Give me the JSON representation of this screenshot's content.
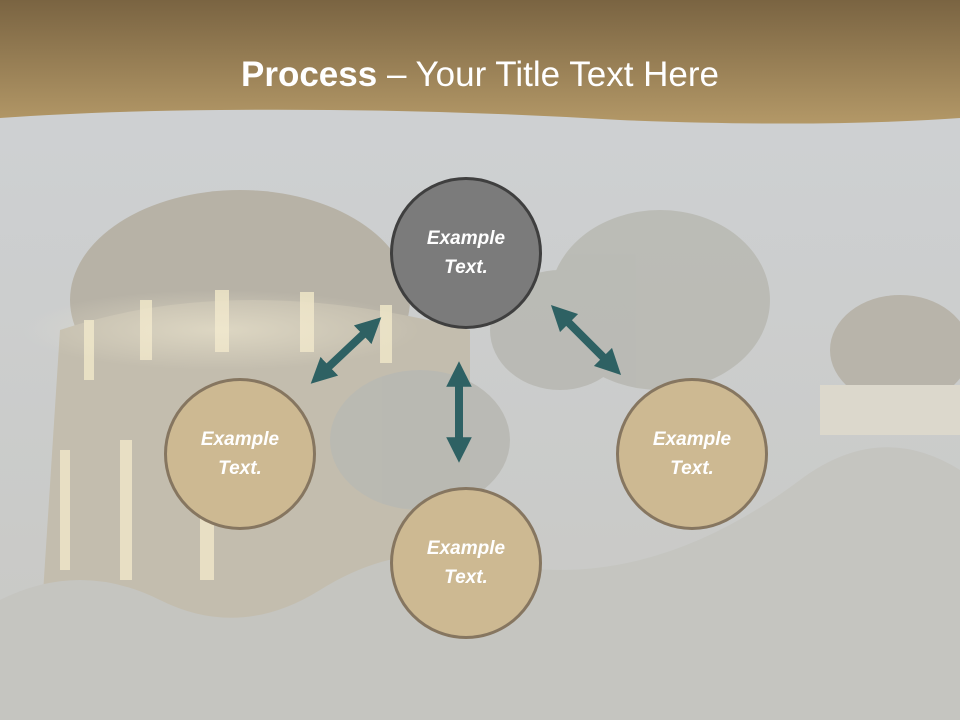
{
  "slide": {
    "title_bold": "Process",
    "title_rest": " – Your Title Text Here"
  },
  "diagram": {
    "nodes": [
      {
        "id": "center",
        "label_line1": "Example",
        "label_line2": "Text."
      },
      {
        "id": "left",
        "label_line1": "Example",
        "label_line2": "Text."
      },
      {
        "id": "bottom",
        "label_line1": "Example",
        "label_line2": "Text."
      },
      {
        "id": "right",
        "label_line1": "Example",
        "label_line2": "Text."
      }
    ]
  },
  "colors": {
    "title_band_light": "#b39867",
    "title_band_dark": "#7a6442",
    "center_fill": "#7b7b7b",
    "center_border": "#3f3f3f",
    "node_fill": "#cdb992",
    "node_border": "#867660",
    "arrow": "#2e6163",
    "text": "#ffffff"
  }
}
